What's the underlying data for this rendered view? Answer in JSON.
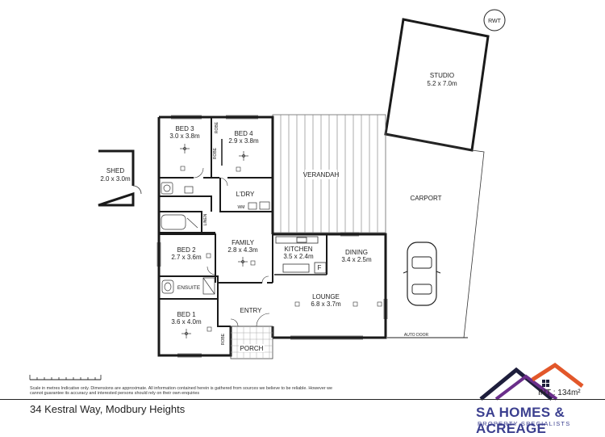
{
  "badges": {
    "rwt": "RWT",
    "auto_door": "AUTO DOOR"
  },
  "rooms": {
    "studio": {
      "name": "STUDIO",
      "dims": "5.2 x 7.0m"
    },
    "shed": {
      "name": "SHED",
      "dims": "2.0 x 3.0m"
    },
    "bed3": {
      "name": "BED 3",
      "dims": "3.0 x 3.8m"
    },
    "bed4": {
      "name": "BED 4",
      "dims": "2.9 x 3.8m"
    },
    "verandah": {
      "name": "VERANDAH"
    },
    "carport": {
      "name": "CARPORT"
    },
    "ldry": {
      "name": "L'DRY"
    },
    "wm": {
      "name": "WM"
    },
    "bed2": {
      "name": "BED 2",
      "dims": "2.7 x 3.6m"
    },
    "family": {
      "name": "FAMILY",
      "dims": "2.8 x 4.3m"
    },
    "kitchen": {
      "name": "KITCHEN",
      "dims": "3.5 x 2.4m"
    },
    "dining": {
      "name": "DINING",
      "dims": "3.4 x 2.5m"
    },
    "ensuite": {
      "name": "ENSUITE"
    },
    "lounge": {
      "name": "LOUNGE",
      "dims": "6.8 x 3.7m"
    },
    "bed1": {
      "name": "BED 1",
      "dims": "3.6 x 4.0m"
    },
    "entry": {
      "name": "ENTRY"
    },
    "porch": {
      "name": "PORCH"
    },
    "robe": "ROBE",
    "linen": "LINEN",
    "fridge": "F"
  },
  "footer": {
    "disclaimer": "Scale in metres Indicative only. Dimensions are approximate. All information contained herein is gathered from sources we believe to be reliable. However we cannot guarantee its accuracy and interested persons should rely on their own enquiries",
    "address": "34 Kestral Way, Modbury Heights",
    "area_label": "INT : 134m²",
    "brand": "SA HOMES & ACREAGE",
    "tagline": "PROPERTY SPECIALISTS"
  },
  "colors": {
    "walls": "#1a1a1a",
    "brand": "#3b3f8f",
    "roof_orange": "#e2572a",
    "logo_purple": "#6a2e8a"
  }
}
